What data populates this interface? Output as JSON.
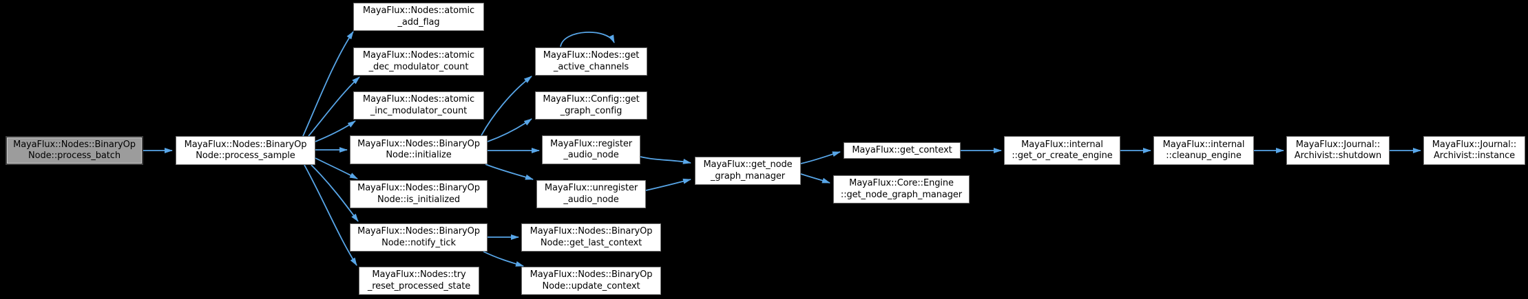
{
  "diagram": {
    "background_color": "#000000",
    "edge_color": "#58a6e8",
    "current_node_fill": "#9c9c9c",
    "node_fill": "#ffffff",
    "nodes": [
      {
        "id": "process_batch",
        "lines": [
          "MayaFlux::Nodes::BinaryOp",
          "Node::process_batch"
        ],
        "kind": "current"
      },
      {
        "id": "process_sample",
        "lines": [
          "MayaFlux::Nodes::BinaryOp",
          "Node::process_sample"
        ],
        "kind": "normal"
      },
      {
        "id": "atomic_add_flag",
        "lines": [
          "MayaFlux::Nodes::atomic",
          "_add_flag"
        ],
        "kind": "normal"
      },
      {
        "id": "atomic_dec_modulator_count",
        "lines": [
          "MayaFlux::Nodes::atomic",
          "_dec_modulator_count"
        ],
        "kind": "normal"
      },
      {
        "id": "atomic_inc_modulator_count",
        "lines": [
          "MayaFlux::Nodes::atomic",
          "_inc_modulator_count"
        ],
        "kind": "normal"
      },
      {
        "id": "initialize",
        "lines": [
          "MayaFlux::Nodes::BinaryOp",
          "Node::initialize"
        ],
        "kind": "normal"
      },
      {
        "id": "is_initialized",
        "lines": [
          "MayaFlux::Nodes::BinaryOp",
          "Node::is_initialized"
        ],
        "kind": "normal"
      },
      {
        "id": "notify_tick",
        "lines": [
          "MayaFlux::Nodes::BinaryOp",
          "Node::notify_tick"
        ],
        "kind": "normal"
      },
      {
        "id": "try_reset_processed_state",
        "lines": [
          "MayaFlux::Nodes::try",
          "_reset_processed_state"
        ],
        "kind": "normal"
      },
      {
        "id": "get_active_channels",
        "lines": [
          "MayaFlux::Nodes::get",
          "_active_channels"
        ],
        "kind": "normal"
      },
      {
        "id": "get_graph_config",
        "lines": [
          "MayaFlux::Config::get",
          "_graph_config"
        ],
        "kind": "normal"
      },
      {
        "id": "register_audio_node",
        "lines": [
          "MayaFlux::register",
          "_audio_node"
        ],
        "kind": "normal"
      },
      {
        "id": "unregister_audio_node",
        "lines": [
          "MayaFlux::unregister",
          "_audio_node"
        ],
        "kind": "normal"
      },
      {
        "id": "get_last_context",
        "lines": [
          "MayaFlux::Nodes::BinaryOp",
          "Node::get_last_context"
        ],
        "kind": "normal"
      },
      {
        "id": "update_context",
        "lines": [
          "MayaFlux::Nodes::BinaryOp",
          "Node::update_context"
        ],
        "kind": "normal"
      },
      {
        "id": "get_node_graph_manager",
        "lines": [
          "MayaFlux::get_node",
          "_graph_manager"
        ],
        "kind": "normal"
      },
      {
        "id": "get_context",
        "lines": [
          "MayaFlux::get_context"
        ],
        "kind": "normal"
      },
      {
        "id": "engine_get_node_graph_manager",
        "lines": [
          "MayaFlux::Core::Engine",
          "::get_node_graph_manager"
        ],
        "kind": "normal"
      },
      {
        "id": "get_or_create_engine",
        "lines": [
          "MayaFlux::internal",
          "::get_or_create_engine"
        ],
        "kind": "normal"
      },
      {
        "id": "cleanup_engine",
        "lines": [
          "MayaFlux::internal",
          "::cleanup_engine"
        ],
        "kind": "normal"
      },
      {
        "id": "archivist_shutdown",
        "lines": [
          "MayaFlux::Journal::",
          "Archivist::shutdown"
        ],
        "kind": "normal"
      },
      {
        "id": "archivist_instance",
        "lines": [
          "MayaFlux::Journal::",
          "Archivist::instance"
        ],
        "kind": "normal"
      }
    ],
    "edges": [
      {
        "from": "process_batch",
        "to": "process_sample"
      },
      {
        "from": "process_sample",
        "to": "atomic_add_flag"
      },
      {
        "from": "process_sample",
        "to": "atomic_dec_modulator_count"
      },
      {
        "from": "process_sample",
        "to": "atomic_inc_modulator_count"
      },
      {
        "from": "process_sample",
        "to": "initialize"
      },
      {
        "from": "process_sample",
        "to": "is_initialized"
      },
      {
        "from": "process_sample",
        "to": "notify_tick"
      },
      {
        "from": "process_sample",
        "to": "try_reset_processed_state"
      },
      {
        "from": "initialize",
        "to": "get_active_channels"
      },
      {
        "from": "initialize",
        "to": "get_graph_config"
      },
      {
        "from": "initialize",
        "to": "register_audio_node"
      },
      {
        "from": "initialize",
        "to": "unregister_audio_node"
      },
      {
        "from": "get_active_channels",
        "to": "get_active_channels"
      },
      {
        "from": "register_audio_node",
        "to": "get_node_graph_manager"
      },
      {
        "from": "unregister_audio_node",
        "to": "get_node_graph_manager"
      },
      {
        "from": "get_node_graph_manager",
        "to": "get_context"
      },
      {
        "from": "get_node_graph_manager",
        "to": "engine_get_node_graph_manager"
      },
      {
        "from": "get_context",
        "to": "get_or_create_engine"
      },
      {
        "from": "get_or_create_engine",
        "to": "cleanup_engine"
      },
      {
        "from": "cleanup_engine",
        "to": "archivist_shutdown"
      },
      {
        "from": "archivist_shutdown",
        "to": "archivist_instance"
      },
      {
        "from": "notify_tick",
        "to": "get_last_context"
      },
      {
        "from": "notify_tick",
        "to": "update_context"
      }
    ]
  }
}
